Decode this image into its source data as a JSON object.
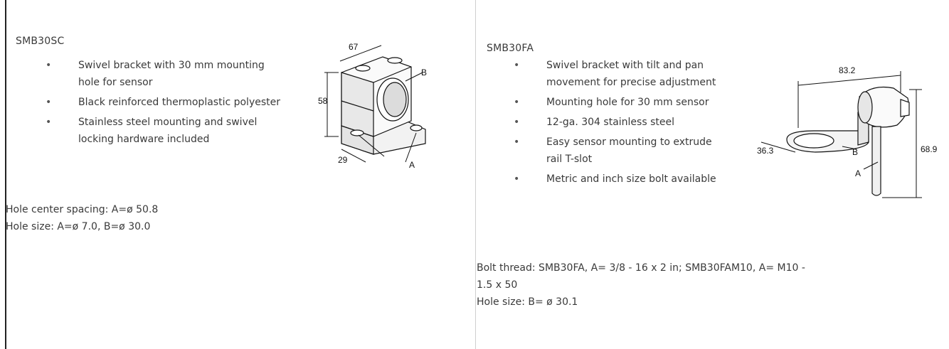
{
  "left": {
    "model": "SMB30SC",
    "bullets": [
      "Swivel bracket with 30 mm mounting hole for sensor",
      "Black reinforced thermoplastic polyester",
      "Stainless steel mounting and swivel locking hardware included"
    ],
    "specs": [
      "Hole center spacing: A=ø 50.8",
      "Hole size: A=ø 7.0, B=ø 30.0"
    ],
    "diagram_labels": {
      "width": "67",
      "height": "58",
      "depth": "29",
      "a": "A",
      "b": "B"
    }
  },
  "right": {
    "model": "SMB30FA",
    "bullets": [
      "Swivel bracket with tilt and pan movement for precise adjustment",
      "Mounting hole for 30 mm sensor",
      "12-ga. 304 stainless steel",
      "Easy sensor mounting to extrude rail T-slot",
      "Metric and inch size bolt available"
    ],
    "specs": [
      "Bolt thread: SMB30FA, A= 3/8 - 16 x 2 in; SMB30FAM10, A= M10 -",
      "1.5 x 50",
      "Hole size: B= ø 30.1"
    ],
    "diagram_labels": {
      "width": "83.2",
      "depth": "36.3",
      "height": "68.9",
      "a": "A",
      "b": "B"
    }
  }
}
